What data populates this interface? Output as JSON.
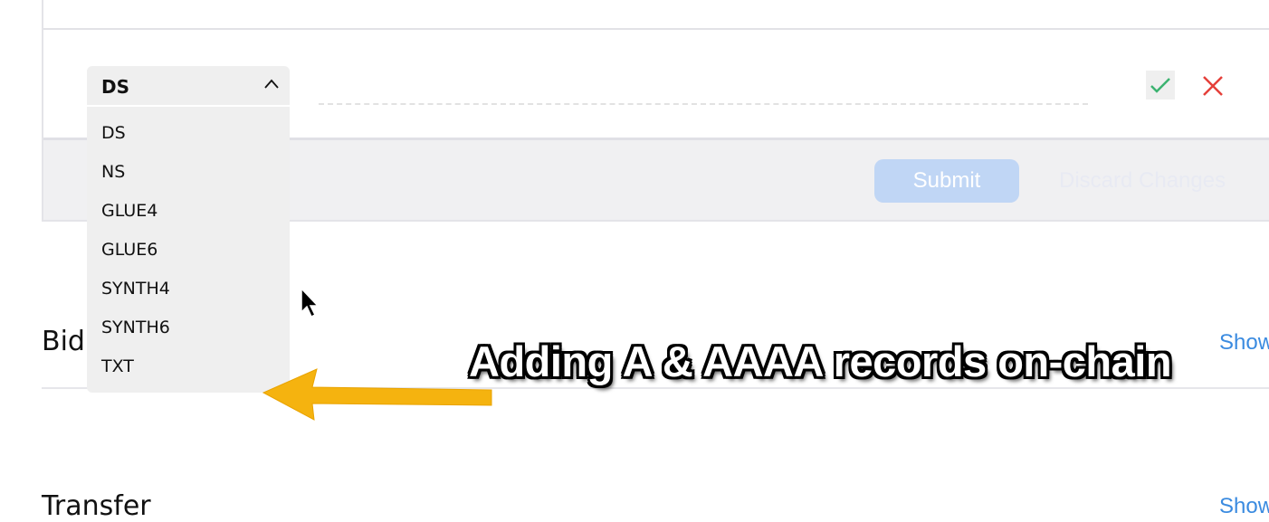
{
  "record_editor": {
    "type_select": {
      "value": "DS",
      "options": [
        "DS",
        "NS",
        "GLUE4",
        "GLUE6",
        "SYNTH4",
        "SYNTH6",
        "TXT"
      ]
    },
    "value_input": {
      "value": "",
      "placeholder": ""
    },
    "confirm_icon": "check-icon",
    "cancel_icon": "close-icon",
    "submit_label": "Submit",
    "discard_label": "Discard Changes"
  },
  "sections": [
    {
      "title": "Bid",
      "action": "Show"
    },
    {
      "title": "Transfer",
      "action": "Show"
    }
  ],
  "annotation": {
    "caption": "Adding A & AAAA records on-chain"
  },
  "colors": {
    "accent": "#3b8be0",
    "submit_disabled": "#c0d6f5",
    "check": "#3cb371",
    "close": "#e5403a",
    "arrow": "#f5b30f"
  }
}
